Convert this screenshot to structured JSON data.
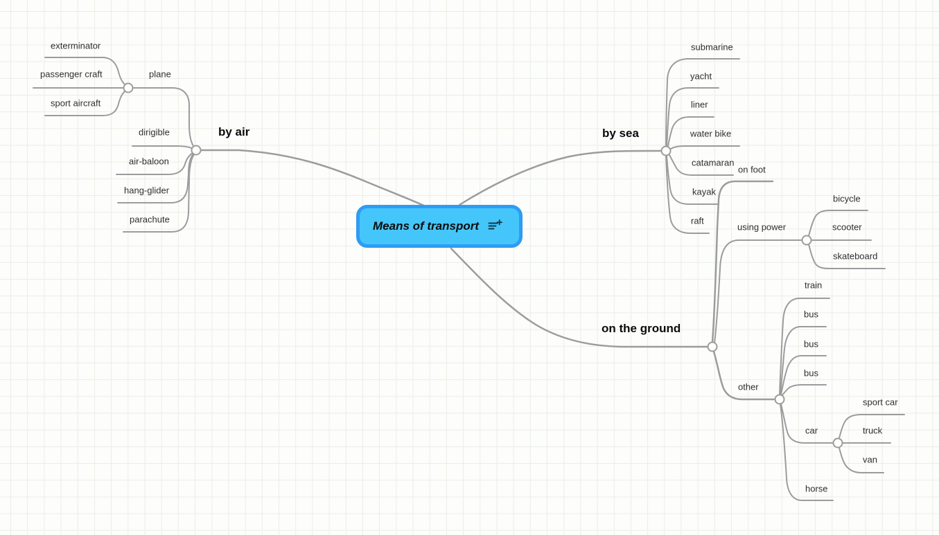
{
  "colors": {
    "root_fill": "#45C6FA",
    "root_border": "#2E9CF3",
    "connector": "#9C9C9C",
    "grid_line": "#E9EFE5",
    "background": "#FDFDFC",
    "leaf_text": "#2F2F2F",
    "branch_text": "#0B0B0B"
  },
  "root": {
    "label": "Means of transport",
    "icon": "add-note-icon"
  },
  "branches": {
    "by_air": {
      "label": "by air",
      "children": {
        "plane": {
          "label": "plane",
          "children": {
            "exterminator": {
              "label": "exterminator"
            },
            "passenger_craft": {
              "label": "passenger craft"
            },
            "sport_aircraft": {
              "label": "sport aircraft"
            }
          }
        },
        "dirigible": {
          "label": "dirigible"
        },
        "air_baloon": {
          "label": "air-baloon"
        },
        "hang_glider": {
          "label": "hang-glider"
        },
        "parachute": {
          "label": "parachute"
        }
      }
    },
    "by_sea": {
      "label": "by sea",
      "children": {
        "submarine": {
          "label": "submarine"
        },
        "yacht": {
          "label": "yacht"
        },
        "liner": {
          "label": "liner"
        },
        "water_bike": {
          "label": "water bike"
        },
        "catamaran": {
          "label": "catamaran"
        },
        "kayak": {
          "label": "kayak"
        },
        "raft": {
          "label": "raft"
        }
      }
    },
    "on_the_ground": {
      "label": "on the ground",
      "children": {
        "on_foot": {
          "label": "on foot"
        },
        "using_power": {
          "label": "using power",
          "children": {
            "bicycle": {
              "label": "bicycle"
            },
            "scooter": {
              "label": "scooter"
            },
            "skateboard": {
              "label": "skateboard"
            }
          }
        },
        "other": {
          "label": "other",
          "children": {
            "train": {
              "label": "train"
            },
            "bus_1": {
              "label": "bus"
            },
            "bus_2": {
              "label": "bus"
            },
            "bus_3": {
              "label": "bus"
            },
            "car": {
              "label": "car",
              "children": {
                "sport_car": {
                  "label": "sport car"
                },
                "truck": {
                  "label": "truck"
                },
                "van": {
                  "label": "van"
                }
              }
            },
            "horse": {
              "label": "horse"
            }
          }
        }
      }
    }
  }
}
